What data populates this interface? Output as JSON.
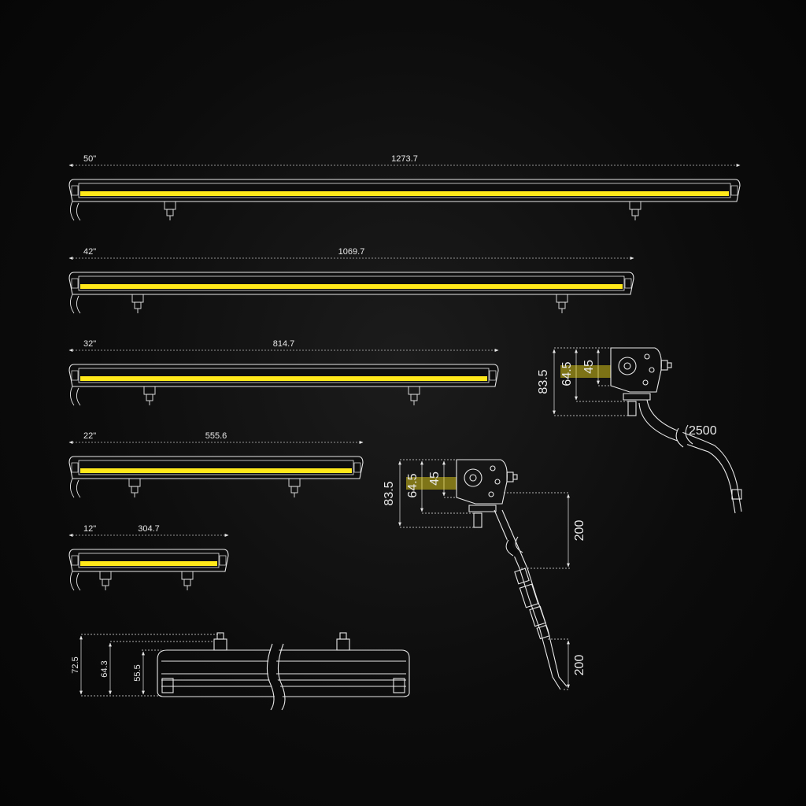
{
  "colors": {
    "background": "#0b0b0b",
    "line": "#e8e8e8",
    "led": "#ffe81a",
    "dim_line": "#bdbdbd"
  },
  "bars": [
    {
      "size": "50\"",
      "length": "1273.7"
    },
    {
      "size": "42\"",
      "length": "1069.7"
    },
    {
      "size": "32\"",
      "length": "814.7"
    },
    {
      "size": "22\"",
      "length": "555.6"
    },
    {
      "size": "12\"",
      "length": "304.7"
    }
  ],
  "side_view": {
    "overall": "72.5",
    "mid": "64.3",
    "body": "55.5"
  },
  "bracket_top": {
    "overall": "83.5",
    "mid": "64.5",
    "lens": "45",
    "cable": "2500"
  },
  "bracket_bottom": {
    "overall": "83.5",
    "mid": "64.5",
    "lens": "45",
    "segment_a": "200",
    "segment_b": "200"
  }
}
